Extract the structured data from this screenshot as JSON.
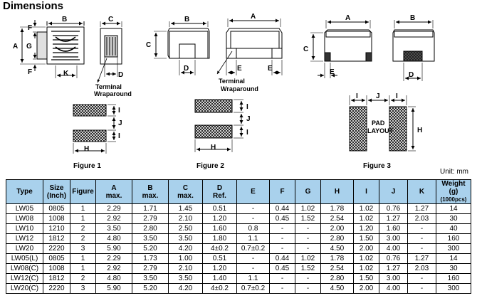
{
  "page": {
    "title": "Dimensions",
    "unit_label": "Unit: mm"
  },
  "figures": {
    "fig1": {
      "caption": "Figure 1",
      "dims": {
        "a": "A",
        "b": "B",
        "c": "C",
        "d": "D",
        "f_top": "F",
        "f_bottom": "F",
        "g": "G",
        "k": "K",
        "h": "H",
        "i_top": "I",
        "i_bottom": "I",
        "j": "J"
      },
      "callout": [
        "Terminal",
        "Wraparound"
      ]
    },
    "fig2": {
      "caption": "Figure 2",
      "dims": {
        "a": "A",
        "b": "B",
        "c": "C",
        "d": "D",
        "e_left": "E",
        "e_right": "E",
        "h": "H",
        "i_top": "I",
        "i_bottom": "I",
        "j": "J"
      },
      "callout": [
        "Terminal",
        "Wraparound"
      ]
    },
    "fig3": {
      "caption": "Figure 3",
      "dims": {
        "a": "A",
        "b": "B",
        "c": "C",
        "d": "D",
        "e": "E",
        "i_left": "I",
        "i_right": "I",
        "j": "J",
        "h": "H"
      },
      "pad_layout": [
        "PAD",
        "LAYOUT"
      ]
    }
  },
  "table": {
    "headers": [
      [
        "Type"
      ],
      [
        "Size",
        "(Inch)"
      ],
      [
        "Figure"
      ],
      [
        "A",
        "max."
      ],
      [
        "B",
        "max."
      ],
      [
        "C",
        "max."
      ],
      [
        "D",
        "Ref."
      ],
      [
        "E"
      ],
      [
        "F"
      ],
      [
        "G"
      ],
      [
        "H"
      ],
      [
        "I"
      ],
      [
        "J"
      ],
      [
        "K"
      ],
      [
        "Weight",
        "(g)",
        "(1000pcs)"
      ]
    ],
    "rows": [
      [
        "LW05",
        "0805",
        "1",
        "2.29",
        "1.71",
        "1.45",
        "0.51",
        "-",
        "0.44",
        "1.02",
        "1.78",
        "1.02",
        "0.76",
        "1.27",
        "14"
      ],
      [
        "LW08",
        "1008",
        "1",
        "2.92",
        "2.79",
        "2.10",
        "1.20",
        "-",
        "0.45",
        "1.52",
        "2.54",
        "1.02",
        "1.27",
        "2.03",
        "30"
      ],
      [
        "LW10",
        "1210",
        "2",
        "3.50",
        "2.80",
        "2.50",
        "1.60",
        "0.8",
        "-",
        "-",
        "2.00",
        "1.20",
        "1.60",
        "-",
        "40"
      ],
      [
        "LW12",
        "1812",
        "2",
        "4.80",
        "3.50",
        "3.50",
        "1.80",
        "1.1",
        "-",
        "-",
        "2.80",
        "1.50",
        "3.00",
        "-",
        "160"
      ],
      [
        "LW20",
        "2220",
        "3",
        "5.90",
        "5.20",
        "4.20",
        "4±0.2",
        "0.7±0.2",
        "-",
        "-",
        "4.50",
        "2.00",
        "4.00",
        "-",
        "300"
      ],
      [
        "LW05(L)",
        "0805",
        "1",
        "2.29",
        "1.73",
        "1.00",
        "0.51",
        "-",
        "0.44",
        "1.02",
        "1.78",
        "1.02",
        "0.76",
        "1.27",
        "14"
      ],
      [
        "LW08(C)",
        "1008",
        "1",
        "2.92",
        "2.79",
        "2.10",
        "1.20",
        "-",
        "0.45",
        "1.52",
        "2.54",
        "1.02",
        "1.27",
        "2.03",
        "30"
      ],
      [
        "LW12(C)",
        "1812",
        "2",
        "4.80",
        "3.50",
        "3.50",
        "1.40",
        "1.1",
        "-",
        "-",
        "2.80",
        "1.50",
        "3.00",
        "-",
        "160"
      ],
      [
        "LW20(C)",
        "2220",
        "3",
        "5.90",
        "5.20",
        "4.20",
        "4±0.2",
        "0.7±0.2",
        "-",
        "-",
        "4.50",
        "2.00",
        "4.00",
        "-",
        "300"
      ]
    ]
  }
}
